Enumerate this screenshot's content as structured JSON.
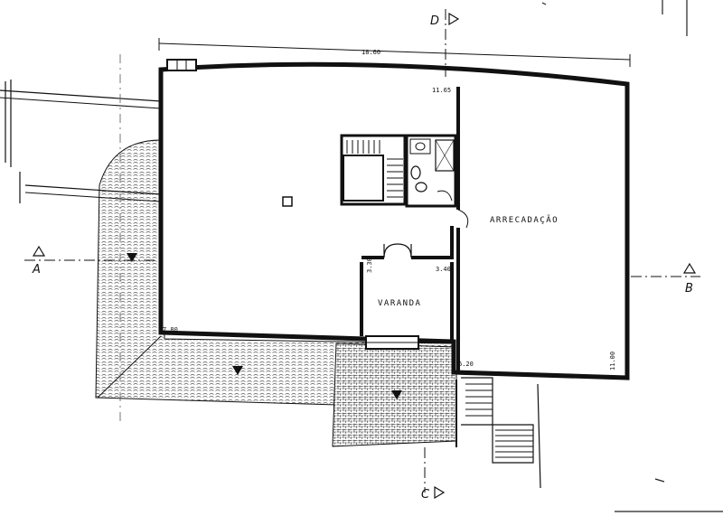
{
  "plan": {
    "colors": {
      "ink": "#111111",
      "paper": "#ffffff",
      "hatch": "#555555"
    },
    "rooms": {
      "storage": "ARRECADAÇÃO",
      "veranda": "VARANDA"
    },
    "dimensions": {
      "overall_width": "18.60",
      "main_width": "11.65",
      "left_depth": "7.80",
      "storage_width": "6.20",
      "storage_depth": "11.00",
      "veranda_width": "3.40",
      "veranda_depth": "3.30"
    },
    "sections": {
      "a": "A",
      "b": "B",
      "c": "C",
      "d": "D"
    }
  }
}
